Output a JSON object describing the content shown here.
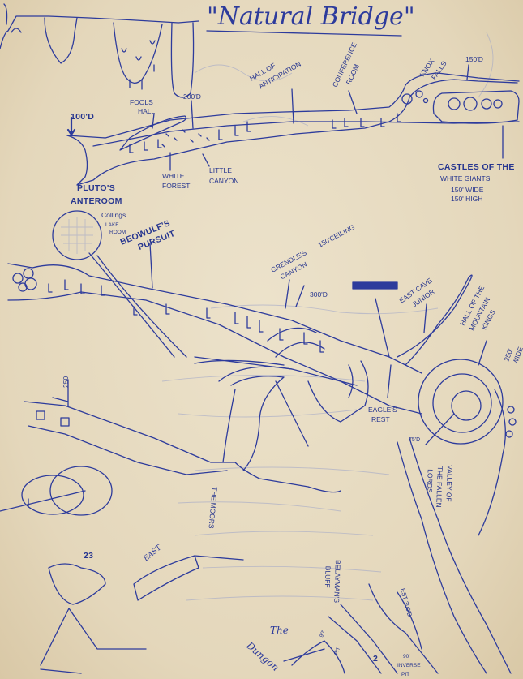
{
  "title": "\"Natural Bridge\"",
  "ink_color": "#2d3b9c",
  "paper_color": "#e6dac0",
  "labels": {
    "depth_100": "100'D",
    "plutos_anteroom": [
      "PLUTO'S",
      "ANTEROOM"
    ],
    "fools_hall": [
      "FOOLS",
      "HALL"
    ],
    "depth_200": "200'D",
    "white_forest": [
      "WHITE",
      "FOREST"
    ],
    "little_canyon": [
      "LITTLE",
      "CANYON"
    ],
    "hall_of_anticipation": [
      "HALL OF",
      "ANTICIPATION"
    ],
    "conference_room": [
      "CONFERENCE",
      "ROOM"
    ],
    "knox_falls": [
      "KNOX",
      "FALLS"
    ],
    "depth_150": "150'D",
    "castles": [
      "CASTLES OF THE",
      "WHITE GIANTS"
    ],
    "castles_size": [
      "150' WIDE",
      "150' HIGH"
    ],
    "collings_lake_room": [
      "Collings",
      "LAKE",
      "ROOM"
    ],
    "beowulfs_pursuit": [
      "BEOWULF'S",
      "PURSUIT"
    ],
    "grendles_canyon": [
      "GRENDLE'S",
      "CANYON"
    ],
    "ceiling_150": "150'CEILING",
    "depth_300": "300'D",
    "east_cave_junior": [
      "EAST CAVE",
      "JUNIOR"
    ],
    "hall_mountain_kings": [
      "HALL OF THE",
      "MOUNTAIN",
      "KINGS"
    ],
    "mountain_kings_width": [
      "250'",
      "WIDE"
    ],
    "eagles_rest": [
      "EAGLE'S",
      "REST"
    ],
    "depth_75": "75'D",
    "depth_250": "250",
    "the_moors": "THE MOORS",
    "valley_fallen_lords": [
      "VALLEY OF",
      "THE FALLEN",
      "LORDS"
    ],
    "num_23": "23",
    "east": "EAST",
    "belaymans_bluff": [
      "BELAYMAN'S",
      "BLUFF"
    ],
    "est_300": "EST 300'D",
    "the_dungeon": [
      "The",
      "Dungon"
    ],
    "pit_90": [
      "90'",
      "PIT"
    ],
    "inverse_pit": [
      "90'",
      "INVERSE",
      "PIT"
    ],
    "num_2": "2"
  }
}
